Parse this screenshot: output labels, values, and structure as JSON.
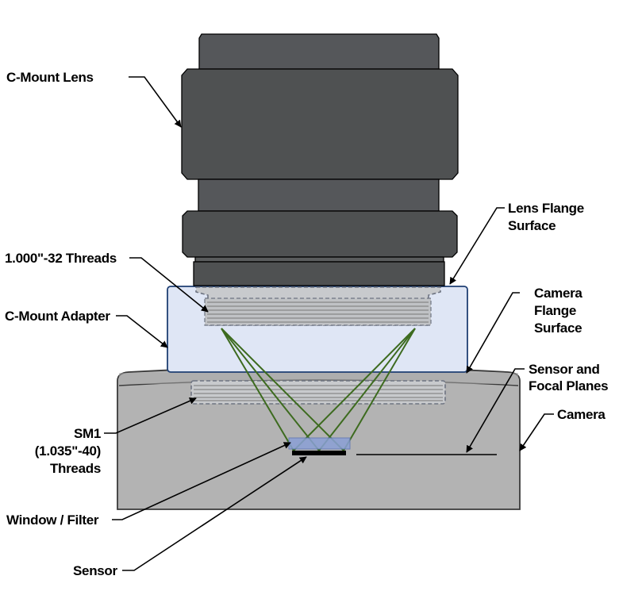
{
  "labels": {
    "c_mount_lens": "C-Mount Lens",
    "lens_flange_line1": "Lens Flange",
    "lens_flange_line2": "Surface",
    "threads_1000": "1.000\"-32 Threads",
    "c_mount_adapter": "C-Mount Adapter",
    "camera_flange_line1": "Camera",
    "camera_flange_line2": "Flange",
    "camera_flange_line3": "Surface",
    "sensor_focal_line1": "Sensor and",
    "sensor_focal_line2": "Focal Planes",
    "camera": "Camera",
    "sm1_line1": "SM1",
    "sm1_line2": "(1.035\"-40)",
    "sm1_line3": "Threads",
    "window_filter": "Window / Filter",
    "sensor": "Sensor"
  },
  "colors": {
    "lens_body": "#4f5152",
    "lens_ring": "#5a5c5d",
    "adapter_fill": "#dfe6f5",
    "adapter_stroke": "#1f3f73",
    "camera_fill": "#b3b3b3",
    "camera_stroke": "#3a3a3a",
    "thread_fill": "#c8cacd",
    "ray": "#3d6b1f",
    "window_filter": "#8aa0d6",
    "sensor": "#000000"
  }
}
